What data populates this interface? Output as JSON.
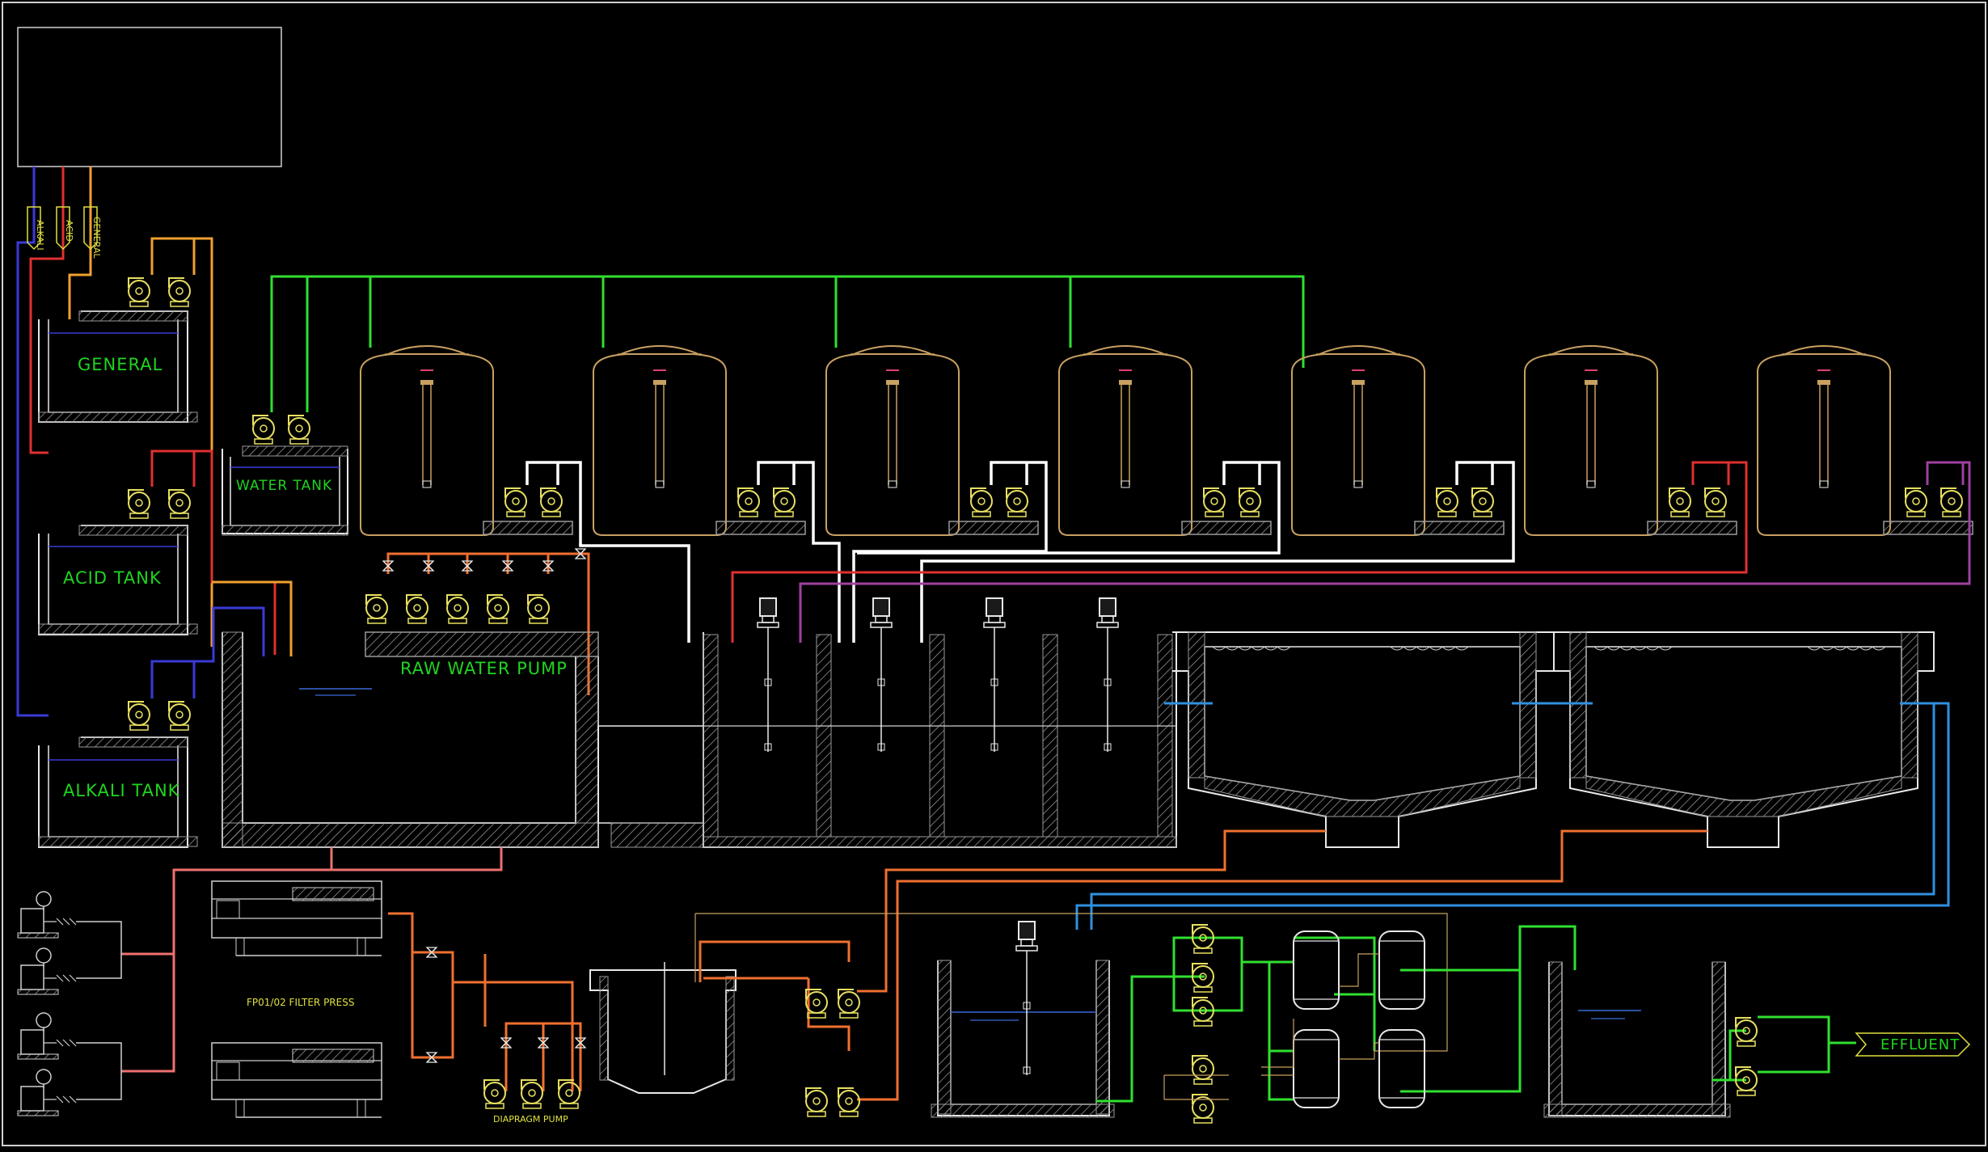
{
  "labels": {
    "general_tank": "GENERAL",
    "acid_tank": "ACID TANK",
    "alkali_tank": "ALKALI TANK",
    "water_tank": "WATER TANK",
    "raw_water_pump": "RAW WATER PUMP",
    "filter_press": "FP01/02 FILTER PRESS",
    "diaphragm_pump": "DIAPRAGM PUMP",
    "effluent": "EFFLUENT",
    "tag_alkali": "ALKALI",
    "tag_acid": "ACID",
    "tag_general": "GENERAL"
  },
  "colors": {
    "background": "#000000",
    "outline": "#e8e8e8",
    "hatch": "#9a9a9a",
    "tank_vessel": "#c8a060",
    "alkali_line": "#3a3ad8",
    "acid_line": "#e03030",
    "general_line": "#f0a030",
    "water_line": "#30e030",
    "process_line": "#ffffff",
    "sludge_line": "#f07030",
    "purple_line": "#a040a0",
    "blue_line": "#3090e0",
    "pink_line": "#f07070",
    "label_green": "#1fd41f",
    "pump_yellow": "#e8e060"
  }
}
